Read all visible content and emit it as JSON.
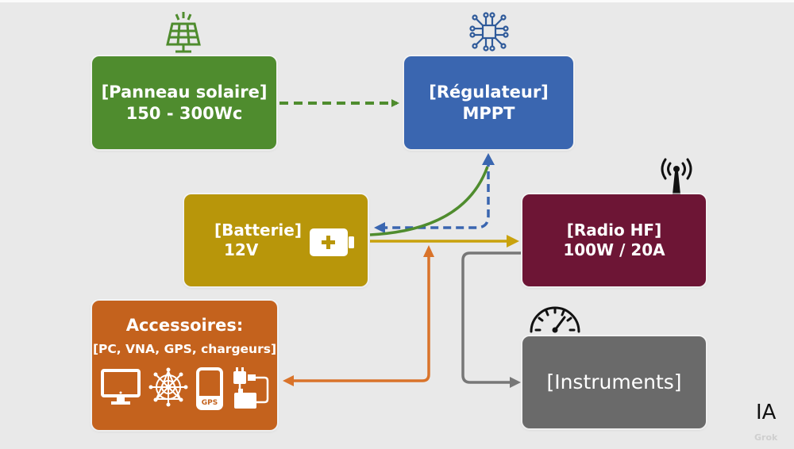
{
  "nodes": {
    "solar": {
      "title": "[Panneau solaire]",
      "value": "150 - 300Wc",
      "color": "#4f8c2e",
      "icon": "solar-panel-icon"
    },
    "mppt": {
      "title": "[Régulateur]",
      "value": "MPPT",
      "color": "#3a66b0",
      "icon": "circuit-chip-icon"
    },
    "battery": {
      "title": "[Batterie]",
      "value": "12V",
      "color": "#b8960a",
      "icon": "battery-icon"
    },
    "radio": {
      "title": "[Radio HF]",
      "value": "100W / 20A",
      "color": "#6d1535",
      "icon": "antenna-icon"
    },
    "accessories": {
      "title": "Accessoires:",
      "list": "[PC, VNA, GPS, chargeurs]",
      "color": "#c4621d",
      "icons": [
        "monitor-icon",
        "vna-network-icon",
        "gps-device-icon",
        "charger-icon"
      ],
      "gps_label": "GPS"
    },
    "instruments": {
      "title": "[Instruments]",
      "color": "#6a6a6a",
      "icon": "gauge-icon"
    }
  },
  "edges": [
    {
      "from": "solar",
      "to": "mppt",
      "style": "dashed",
      "color": "#4f8c2e"
    },
    {
      "from": "battery",
      "to": "mppt",
      "style": "solid-curve",
      "color": "#4f8c2e"
    },
    {
      "from": "mppt",
      "to": "battery",
      "style": "dashed",
      "color": "#3a66b0"
    },
    {
      "from": "battery",
      "to": "radio",
      "style": "solid",
      "color": "#c9a20c"
    },
    {
      "from": "battery-bus",
      "to": "accessories",
      "style": "solid-bidirectional",
      "color": "#d9732a"
    },
    {
      "from": "radio",
      "to": "instruments",
      "style": "solid",
      "color": "#777777"
    }
  ],
  "watermark": {
    "label": "IA",
    "brand": "Grok"
  }
}
